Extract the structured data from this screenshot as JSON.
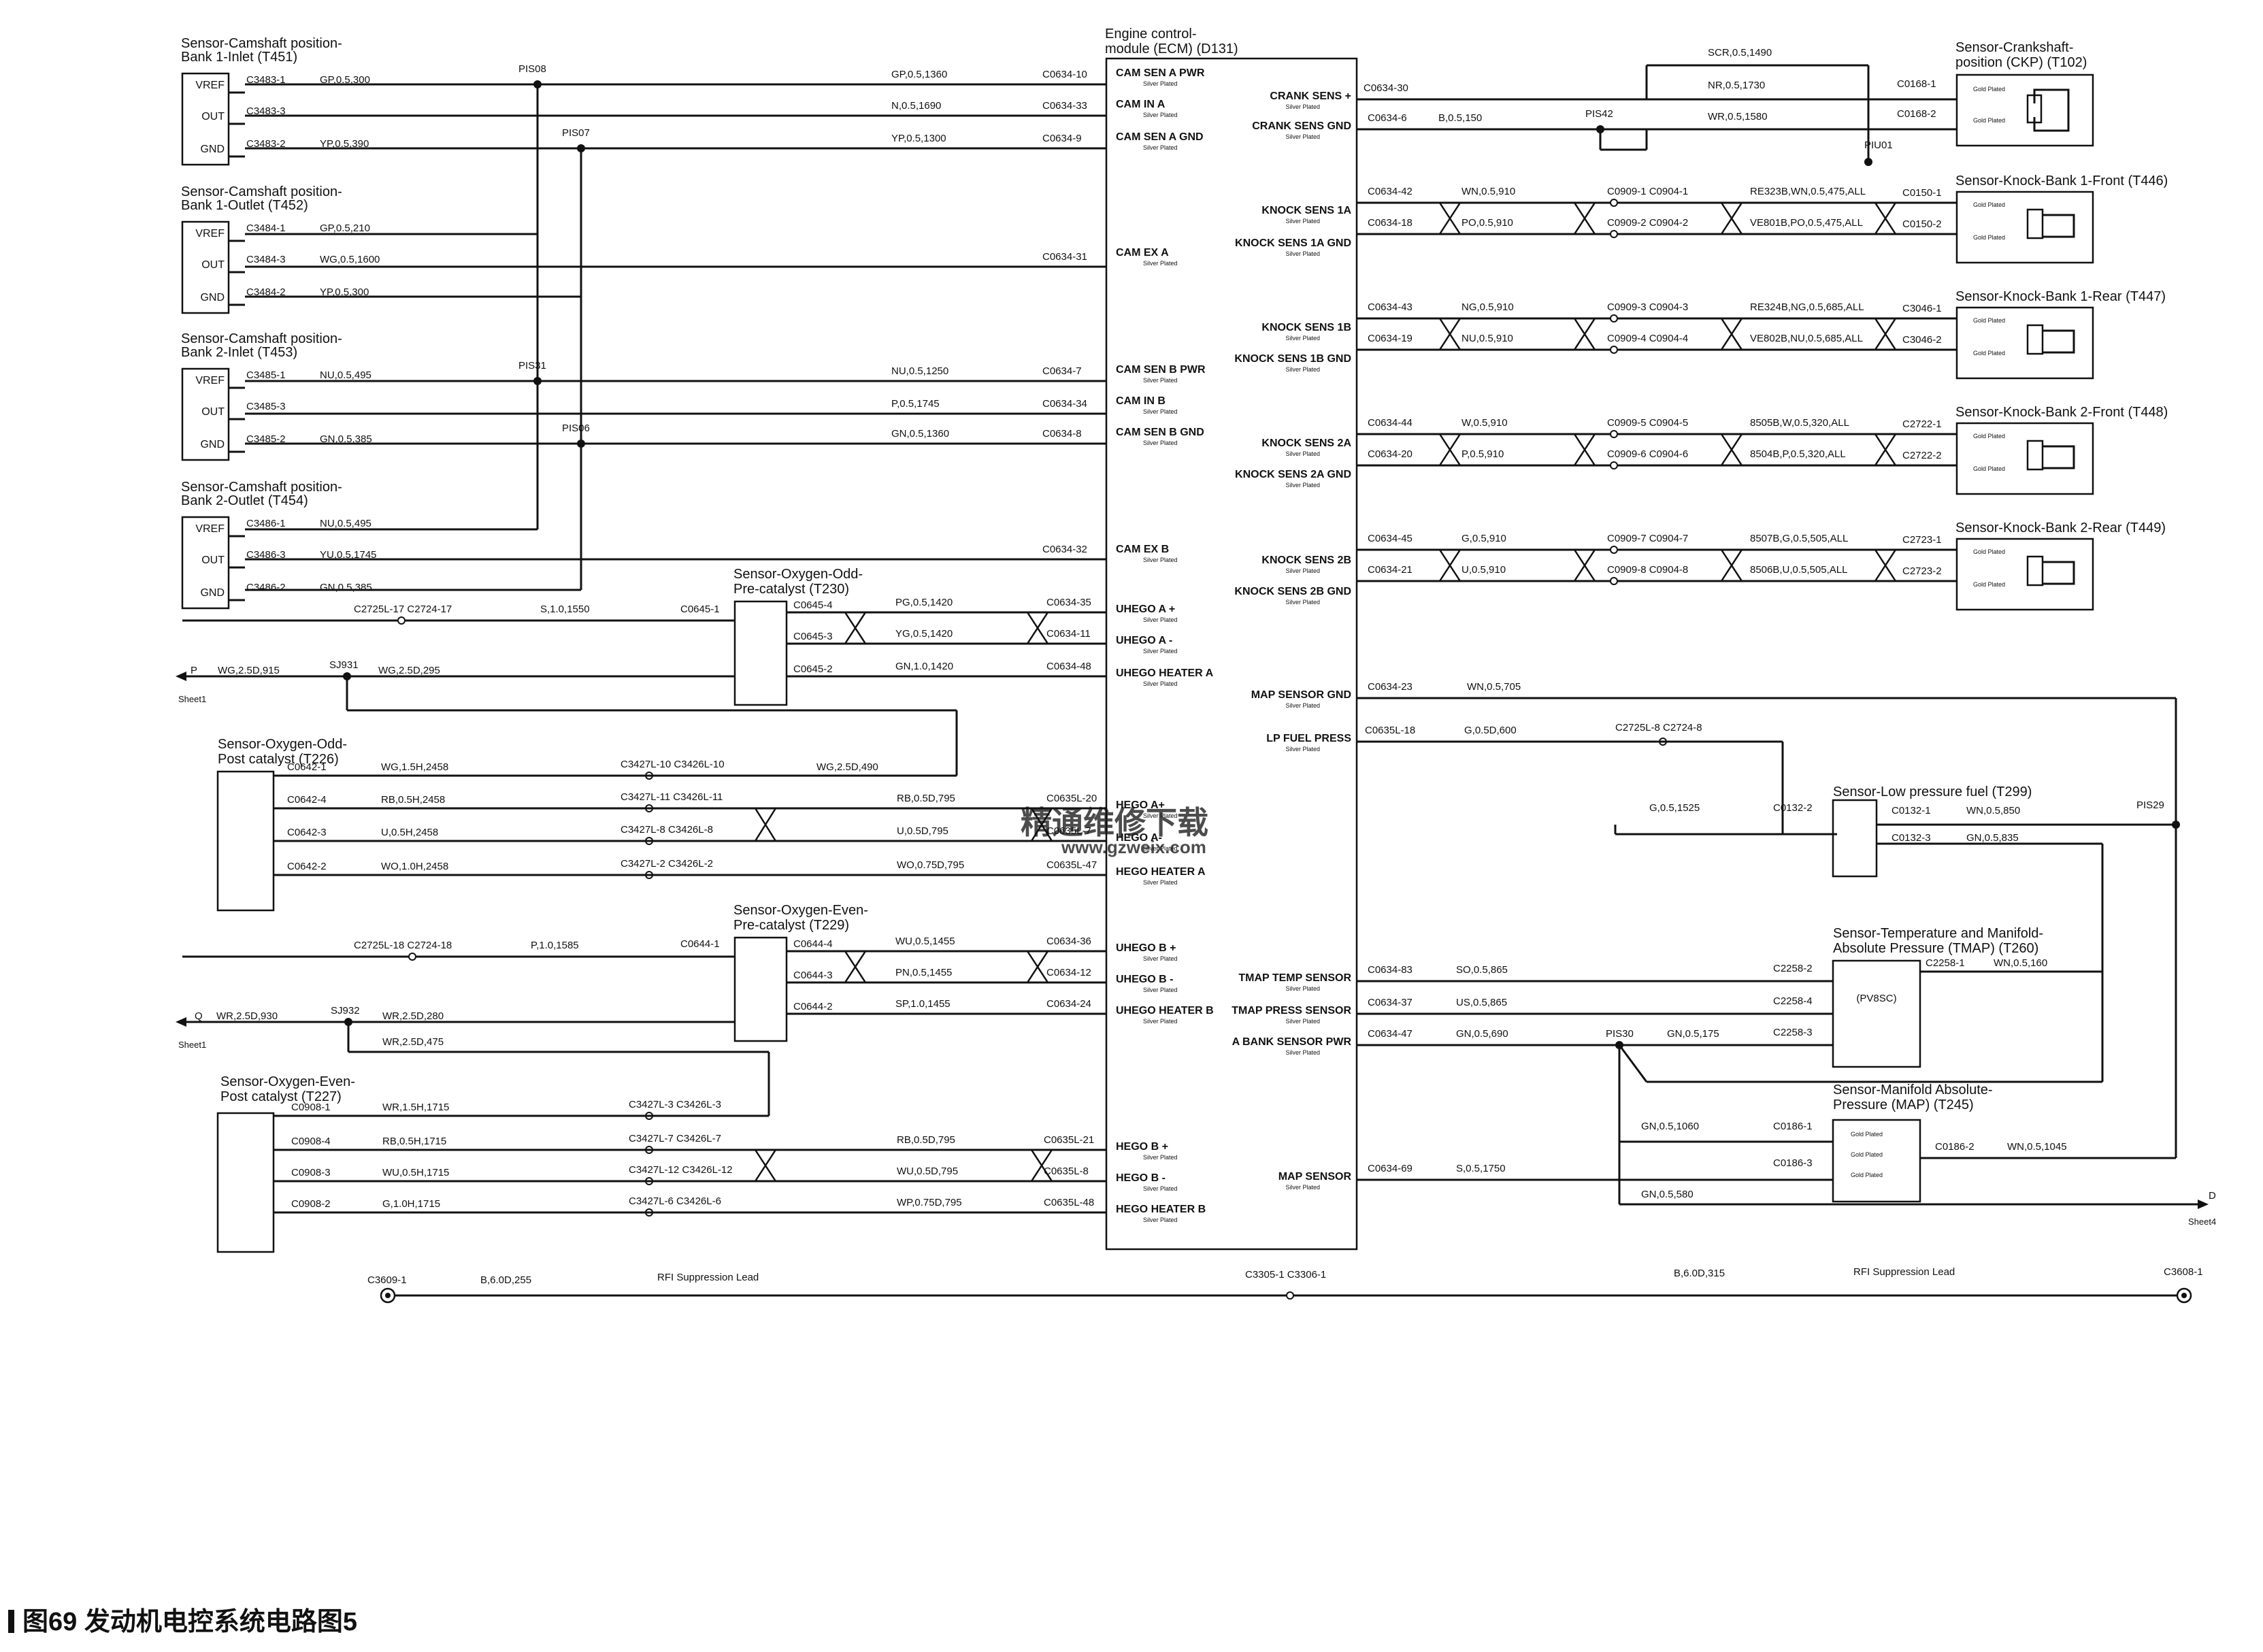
{
  "caption": "图69 发动机电控系统电路图5",
  "ecm": {
    "title": "Engine control- module (ECM) (D131)",
    "plating": "Silver Plated"
  },
  "ecm_left_signals": [
    "CAM SEN A PWR",
    "CAM IN A",
    "CAM SEN A GND",
    "CAM EX A",
    "CAM SEN B PWR",
    "CAM IN B",
    "CAM SEN B GND",
    "CAM EX B",
    "UHEGO A +",
    "UHEGO A -",
    "UHEGO HEATER A",
    "HEGO A+",
    "HEGO A-",
    "HEGO HEATER A",
    "UHEGO B +",
    "UHEGO B -",
    "UHEGO HEATER B",
    "HEGO B +",
    "HEGO B -",
    "HEGO HEATER B"
  ],
  "ecm_right_signals": [
    "CRANK SENS +",
    "CRANK SENS GND",
    "KNOCK SENS 1A",
    "KNOCK SENS 1A GND",
    "KNOCK SENS 1B",
    "KNOCK SENS 1B GND",
    "KNOCK SENS 2A",
    "KNOCK SENS 2A GND",
    "KNOCK SENS 2B",
    "KNOCK SENS 2B GND",
    "MAP SENSOR GND",
    "LP FUEL PRESS",
    "TMAP TEMP SENSOR",
    "TMAP PRESS SENSOR",
    "A BANK SENSOR PWR",
    "MAP SENSOR"
  ],
  "cam_sensors": [
    {
      "title": "Sensor-Camshaft position- Bank 1-Inlet (T451)",
      "pins": [
        "VREF",
        "OUT",
        "GND"
      ],
      "conns": [
        "C3483-1",
        "C3483-3",
        "C3483-2"
      ],
      "wires": [
        "GP,0.5,300",
        "",
        "YP,0.5,390"
      ]
    },
    {
      "title": "Sensor-Camshaft position- Bank 1-Outlet (T452)",
      "pins": [
        "VREF",
        "OUT",
        "GND"
      ],
      "conns": [
        "C3484-1",
        "C3484-3",
        "C3484-2"
      ],
      "wires": [
        "GP,0.5,210",
        "WG,0.5,1600",
        "YP,0.5,300"
      ]
    },
    {
      "title": "Sensor-Camshaft position- Bank 2-Inlet (T453)",
      "pins": [
        "VREF",
        "OUT",
        "GND"
      ],
      "conns": [
        "C3485-1",
        "C3485-3",
        "C3485-2"
      ],
      "wires": [
        "NU,0.5,495",
        "",
        "GN,0.5,385"
      ]
    },
    {
      "title": "Sensor-Camshaft position- Bank 2-Outlet (T454)",
      "pins": [
        "VREF",
        "OUT",
        "GND"
      ],
      "conns": [
        "C3486-1",
        "C3486-3",
        "C3486-2"
      ],
      "wires": [
        "NU,0.5,495",
        "YU,0.5,1745",
        "GN,0.5,385"
      ]
    }
  ],
  "cam_ecm_wires": [
    {
      "wire": "GP,0.5,1360",
      "conn": "C0634-10"
    },
    {
      "wire": "N,0.5,1690",
      "conn": "C0634-33"
    },
    {
      "wire": "YP,0.5,1300",
      "conn": "C0634-9"
    },
    {
      "wire": "",
      "conn": "C0634-31"
    },
    {
      "wire": "NU,0.5,1250",
      "conn": "C0634-7"
    },
    {
      "wire": "P,0.5,1745",
      "conn": "C0634-34"
    },
    {
      "wire": "GN,0.5,1360",
      "conn": "C0634-8"
    },
    {
      "wire": "",
      "conn": "C0634-32"
    }
  ],
  "splices": [
    "PIS08",
    "PIS07",
    "PIS31",
    "PIS06",
    "SJ931",
    "SJ932",
    "PIS42",
    "PIU01",
    "PIS29",
    "PIS30"
  ],
  "o2_sensors": [
    {
      "title": "Sensor-Oxygen-Odd- Pre-catalyst (T230)",
      "conns": [
        "C0645-1",
        "C0645-4",
        "C0645-3",
        "C0645-2"
      ],
      "wires": [
        "S,1.0,1550",
        "PG,0.5,1420",
        "YG,0.5,1420",
        "GN,1.0,1420"
      ],
      "ecm_conns": [
        "C0634-35",
        "C0634-11",
        "C0634-48"
      ]
    },
    {
      "title": "Sensor-Oxygen-Odd- Post catalyst (T226)",
      "conns": [
        "C0642-1",
        "C0642-4",
        "C0642-3",
        "C0642-2"
      ],
      "wires": [
        "WG,1.5H,2458",
        "RB,0.5H,2458",
        "U,0.5H,2458",
        "WO,1.0H,2458"
      ],
      "inline": [
        "C3427L-10 C3426L-10",
        "C3427L-11 C3426L-11",
        "C3427L-8 C3426L-8",
        "C3427L-2 C3426L-2"
      ],
      "ecm_wires": [
        "WG,2.5D,490",
        "RB,0.5D,795",
        "U,0.5D,795",
        "WO,0.75D,795"
      ],
      "ecm_conns": [
        "C0635L-20",
        "C0635L-7",
        "C0635L-47"
      ]
    },
    {
      "title": "Sensor-Oxygen-Even- Pre-catalyst (T229)",
      "conns": [
        "C0644-1",
        "C0644-4",
        "C0644-3",
        "C0644-2"
      ],
      "wires": [
        "P,1.0,1585",
        "WU,0.5,1455",
        "PN,0.5,1455",
        "SP,1.0,1455"
      ],
      "ecm_conns": [
        "C0634-36",
        "C0634-12",
        "C0634-24"
      ]
    },
    {
      "title": "Sensor-Oxygen-Even- Post catalyst (T227)",
      "conns": [
        "C0908-1",
        "C0908-4",
        "C0908-3",
        "C0908-2"
      ],
      "wires": [
        "WR,1.5H,1715",
        "RB,0.5H,1715",
        "WU,0.5H,1715",
        "G,1.0H,1715"
      ],
      "inline": [
        "C3427L-3 C3426L-3",
        "C3427L-7 C3426L-7",
        "C3427L-12 C3426L-12",
        "C3427L-6 C3426L-6"
      ],
      "ecm_wires": [
        "",
        "RB,0.5D,795",
        "WU,0.5D,795",
        "WP,0.75D,795"
      ],
      "ecm_conns": [
        "C0635L-21",
        "C0635L-8",
        "C0635L-48"
      ]
    }
  ],
  "heater_feeds": [
    {
      "inline": "C2725L-17 C2724-17",
      "sheet_letter": "P",
      "sheet_label": "Sheet1",
      "wire1": "WG,2.5D,915",
      "wire2": "WG,2.5D,295"
    },
    {
      "inline": "C2725L-18 C2724-18",
      "sheet_letter": "Q",
      "sheet_label": "Sheet1",
      "wire1": "WR,2.5D,930",
      "wire2": "WR,2.5D,280",
      "wire3": "WR,2.5D,475"
    }
  ],
  "ckp": {
    "title": "Sensor-Crankshaft- position (CKP) (T102)",
    "ecm_conns": [
      "C0634-30",
      "C0634-6"
    ],
    "wires": [
      "SCR,0.5,1490",
      "NR,0.5,1730",
      "WR,0.5,1580",
      "B,0.5,150"
    ],
    "conns": [
      "C0168-1",
      "C0168-2"
    ],
    "plating": "Gold Plated"
  },
  "knock_sensors": [
    {
      "title": "Sensor-Knock-Bank 1-Front (T446)",
      "ecm_conns": [
        "C0634-42",
        "C0634-18"
      ],
      "wires": [
        "WN,0.5,910",
        "PO,0.5,910"
      ],
      "inline": [
        "C0909-1 C0904-1",
        "C0909-2 C0904-2"
      ],
      "wires2": [
        "RE323B,WN,0.5,475,ALL",
        "VE801B,PO,0.5,475,ALL"
      ],
      "conns": [
        "C0150-1",
        "C0150-2"
      ]
    },
    {
      "title": "Sensor-Knock-Bank 1-Rear (T447)",
      "ecm_conns": [
        "C0634-43",
        "C0634-19"
      ],
      "wires": [
        "NG,0.5,910",
        "NU,0.5,910"
      ],
      "inline": [
        "C0909-3 C0904-3",
        "C0909-4 C0904-4"
      ],
      "wires2": [
        "RE324B,NG,0.5,685,ALL",
        "VE802B,NU,0.5,685,ALL"
      ],
      "conns": [
        "C3046-1",
        "C3046-2"
      ]
    },
    {
      "title": "Sensor-Knock-Bank 2-Front (T448)",
      "ecm_conns": [
        "C0634-44",
        "C0634-20"
      ],
      "wires": [
        "W,0.5,910",
        "P,0.5,910"
      ],
      "inline": [
        "C0909-5 C0904-5",
        "C0909-6 C0904-6"
      ],
      "wires2": [
        "8505B,W,0.5,320,ALL",
        "8504B,P,0.5,320,ALL"
      ],
      "conns": [
        "C2722-1",
        "C2722-2"
      ]
    },
    {
      "title": "Sensor-Knock-Bank 2-Rear (T449)",
      "ecm_conns": [
        "C0634-45",
        "C0634-21"
      ],
      "wires": [
        "G,0.5,910",
        "U,0.5,910"
      ],
      "inline": [
        "C0909-7 C0904-7",
        "C0909-8 C0904-8"
      ],
      "wires2": [
        "8507B,G,0.5,505,ALL",
        "8506B,U,0.5,505,ALL"
      ],
      "conns": [
        "C2723-1",
        "C2723-2"
      ]
    }
  ],
  "map_gnd": {
    "conn": "C0634-23",
    "wire": "WN,0.5,705"
  },
  "lp_fuel": {
    "ecm_conn": "C0635L-18",
    "wire": "G,0.5D,600",
    "inline": "C2725L-8 C2724-8",
    "wire2": "G,0.5,1525",
    "conn": "C0132-2",
    "title": "Sensor-Low pressure fuel (T299)",
    "conns": [
      "C0132-1",
      "C0132-3"
    ],
    "wires": [
      "WN,0.5,850",
      "GN,0.5,835"
    ]
  },
  "tmap": {
    "title": "Sensor-Temperature and Manifold- Absolute Pressure (TMAP) (T260)",
    "ecm_conns": [
      "C0634-83",
      "C0634-37",
      "C0634-47"
    ],
    "wires": [
      "SO,0.5,865",
      "US,0.5,865",
      "GN,0.5,690",
      "GN,0.5,175"
    ],
    "conns": [
      "C2258-2",
      "C2258-4",
      "C2258-3",
      "C2258-1"
    ],
    "wire_out": "WN,0.5,160",
    "part": "(PV8SC)"
  },
  "map": {
    "title": "Sensor-Manifold Absolute- Pressure (MAP) (T245)",
    "ecm_conn": "C0634-69",
    "wire": "S,0.5,1750",
    "conns": [
      "C0186-1",
      "C0186-3",
      "C0186-2"
    ],
    "wires": [
      "GN,0.5,1060",
      "GN,0.5,580",
      "WN,0.5,1045"
    ],
    "sheet_letter": "D",
    "sheet_label": "Sheet4"
  },
  "rfi": {
    "left_conn": "C3609-1",
    "left_wire": "B,6.0D,255",
    "label": "RFI Suppression Lead",
    "mid": "C3305-1 C3306-1",
    "right_wire": "B,6.0D,315",
    "right_conn": "C3608-1"
  },
  "watermark": {
    "text": "精通维修下载",
    "url": "www.gzweix.com",
    "color": "#e3922f"
  }
}
